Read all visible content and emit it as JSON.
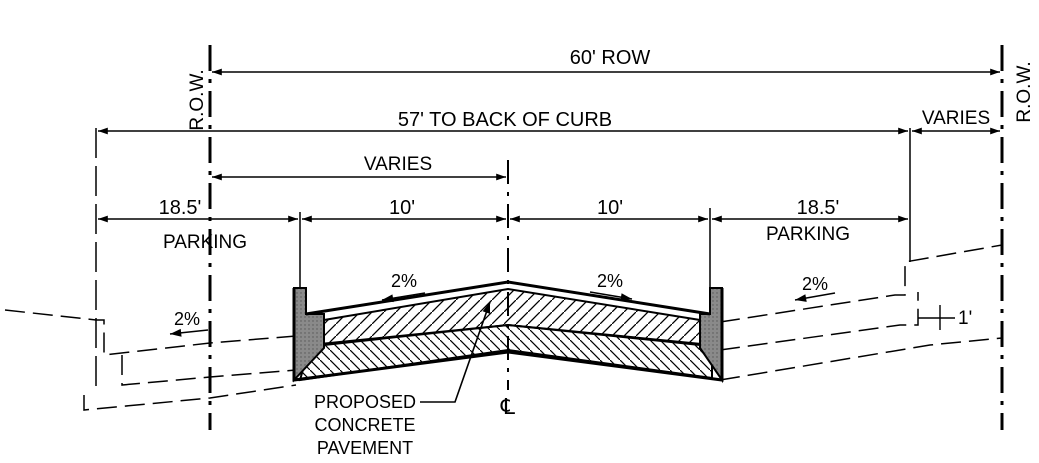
{
  "dimensions": {
    "row": "60' ROW",
    "back_of_curb": "57' TO BACK OF CURB",
    "varies_median": "VARIES",
    "varies_right": "VARIES",
    "left_parking_width": "18.5'",
    "left_lane_width": "10'",
    "right_lane_width": "10'",
    "right_parking_width": "18.5'",
    "offset": "1'"
  },
  "labels": {
    "row_left": "R.O.W.",
    "row_right": "R.O.W.",
    "parking_left": "PARKING",
    "parking_right": "PARKING",
    "centerline": "℄",
    "pavement_line1": "PROPOSED",
    "pavement_line2": "CONCRETE",
    "pavement_line3": "PAVEMENT"
  },
  "slopes": {
    "left_outer": "2%",
    "left_lane": "2%",
    "right_lane": "2%",
    "right_outer": "2%"
  }
}
